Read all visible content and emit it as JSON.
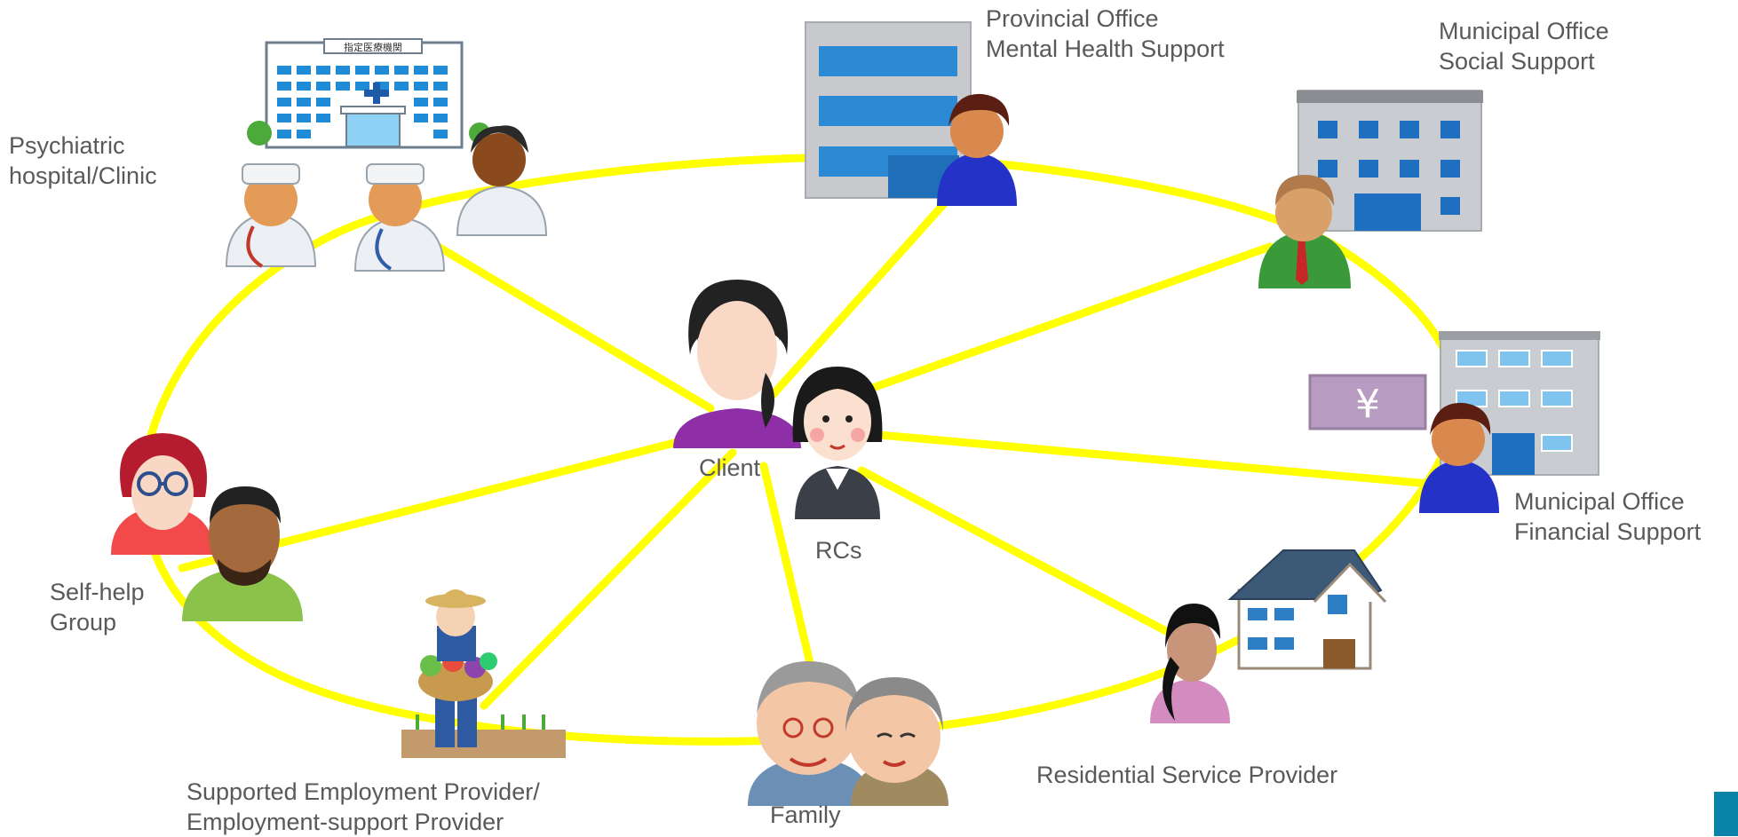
{
  "colors": {
    "connection_line": "#ffff00",
    "label_text": "#595959",
    "accent_tab": "#0a83a8"
  },
  "nodes": {
    "psychiatric": {
      "label_lines": [
        "Psychiatric",
        "hospital/Clinic"
      ],
      "sign_text": "指定医療機関",
      "icon": "hospital-with-doctors-icon"
    },
    "provincial": {
      "label_lines": [
        "Provincial Office",
        "Mental Health Support"
      ],
      "icon": "office-building-with-staff-icon"
    },
    "municipal_social": {
      "label_lines": [
        "Municipal Office",
        "Social Support"
      ],
      "icon": "municipal-building-with-officer-icon"
    },
    "municipal_financial": {
      "label_lines": [
        "Municipal Office",
        "Financial Support"
      ],
      "sign_text": "¥",
      "icon": "municipal-building-with-yen-sign-icon"
    },
    "residential": {
      "label_lines": [
        "Residential Service Provider"
      ],
      "icon": "house-with-staff-icon"
    },
    "family": {
      "label_lines": [
        "Family"
      ],
      "icon": "elderly-couple-icon"
    },
    "employment": {
      "label_lines": [
        "Supported Employment Provider/",
        "Employment-support Provider"
      ],
      "icon": "farmer-with-vegetables-icon"
    },
    "selfhelp": {
      "label_lines": [
        "Self-help",
        "Group"
      ],
      "icon": "peer-group-icon"
    },
    "client": {
      "label_lines": [
        "Client"
      ],
      "icon": "client-woman-icon"
    },
    "rcs": {
      "label_lines": [
        "RCs"
      ],
      "icon": "coordinator-woman-icon"
    }
  }
}
